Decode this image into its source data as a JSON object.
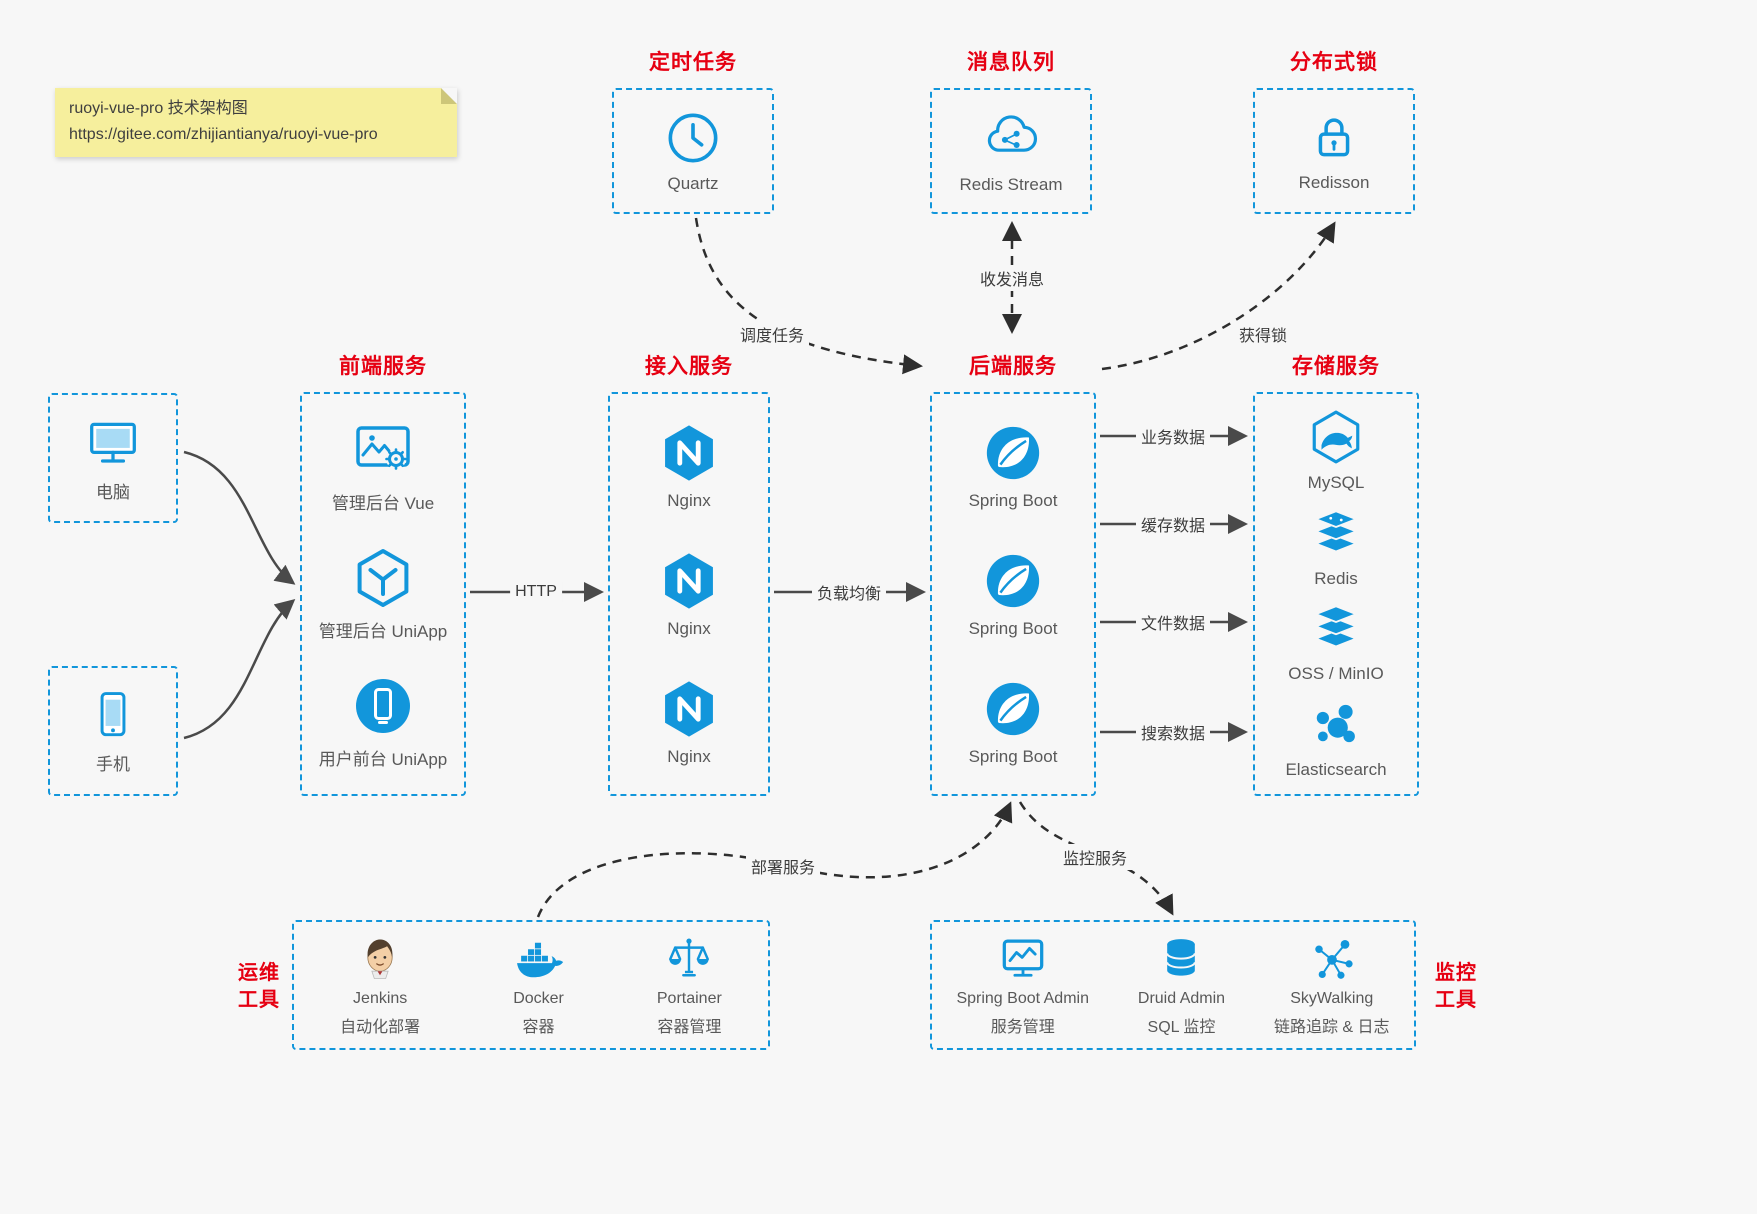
{
  "colors": {
    "accent": "#1296db",
    "title_red": "#e60012",
    "background": "#f7f7f7",
    "note_bg": "#f6ef9d"
  },
  "note": {
    "line1": "ruoyi-vue-pro 技术架构图",
    "line2": "https://gitee.com/zhijiantianya/ruoyi-vue-pro"
  },
  "top_groups": [
    {
      "title": "定时任务",
      "item": {
        "label": "Quartz",
        "icon": "quartz-clock-icon"
      }
    },
    {
      "title": "消息队列",
      "item": {
        "label": "Redis Stream",
        "icon": "redis-stream-cloud-icon"
      }
    },
    {
      "title": "分布式锁",
      "item": {
        "label": "Redisson",
        "icon": "redisson-lock-icon"
      }
    }
  ],
  "clients": [
    {
      "label": "电脑",
      "icon": "desktop-computer-icon"
    },
    {
      "label": "手机",
      "icon": "mobile-phone-icon"
    }
  ],
  "frontend": {
    "title": "前端服务",
    "items": [
      {
        "label": "管理后台 Vue"
      },
      {
        "label": "管理后台 UniApp"
      },
      {
        "label": "用户前台 UniApp"
      }
    ]
  },
  "access": {
    "title": "接入服务",
    "items": [
      {
        "label": "Nginx"
      },
      {
        "label": "Nginx"
      },
      {
        "label": "Nginx"
      }
    ]
  },
  "backend": {
    "title": "后端服务",
    "items": [
      {
        "label": "Spring Boot"
      },
      {
        "label": "Spring Boot"
      },
      {
        "label": "Spring Boot"
      }
    ]
  },
  "storage": {
    "title": "存储服务",
    "items": [
      {
        "label": "MySQL"
      },
      {
        "label": "Redis"
      },
      {
        "label": "OSS / MinIO"
      },
      {
        "label": "Elasticsearch"
      }
    ]
  },
  "edges": {
    "http": "HTTP",
    "load_balance": "负载均衡",
    "business": "业务数据",
    "cache": "缓存数据",
    "file": "文件数据",
    "search": "搜索数据",
    "schedule": "调度任务",
    "messages": "收发消息",
    "lock": "获得锁",
    "deploy": "部署服务",
    "monitor": "监控服务"
  },
  "ops": {
    "title_line1": "运维",
    "title_line2": "工具",
    "items": [
      {
        "label": "Jenkins",
        "sub": "自动化部署"
      },
      {
        "label": "Docker",
        "sub": "容器"
      },
      {
        "label": "Portainer",
        "sub": "容器管理"
      }
    ]
  },
  "monitoring": {
    "title_line1": "监控",
    "title_line2": "工具",
    "items": [
      {
        "label": "Spring Boot Admin",
        "sub": "服务管理"
      },
      {
        "label": "Druid Admin",
        "sub": "SQL 监控"
      },
      {
        "label": "SkyWalking",
        "sub": "链路追踪 & 日志"
      }
    ]
  }
}
